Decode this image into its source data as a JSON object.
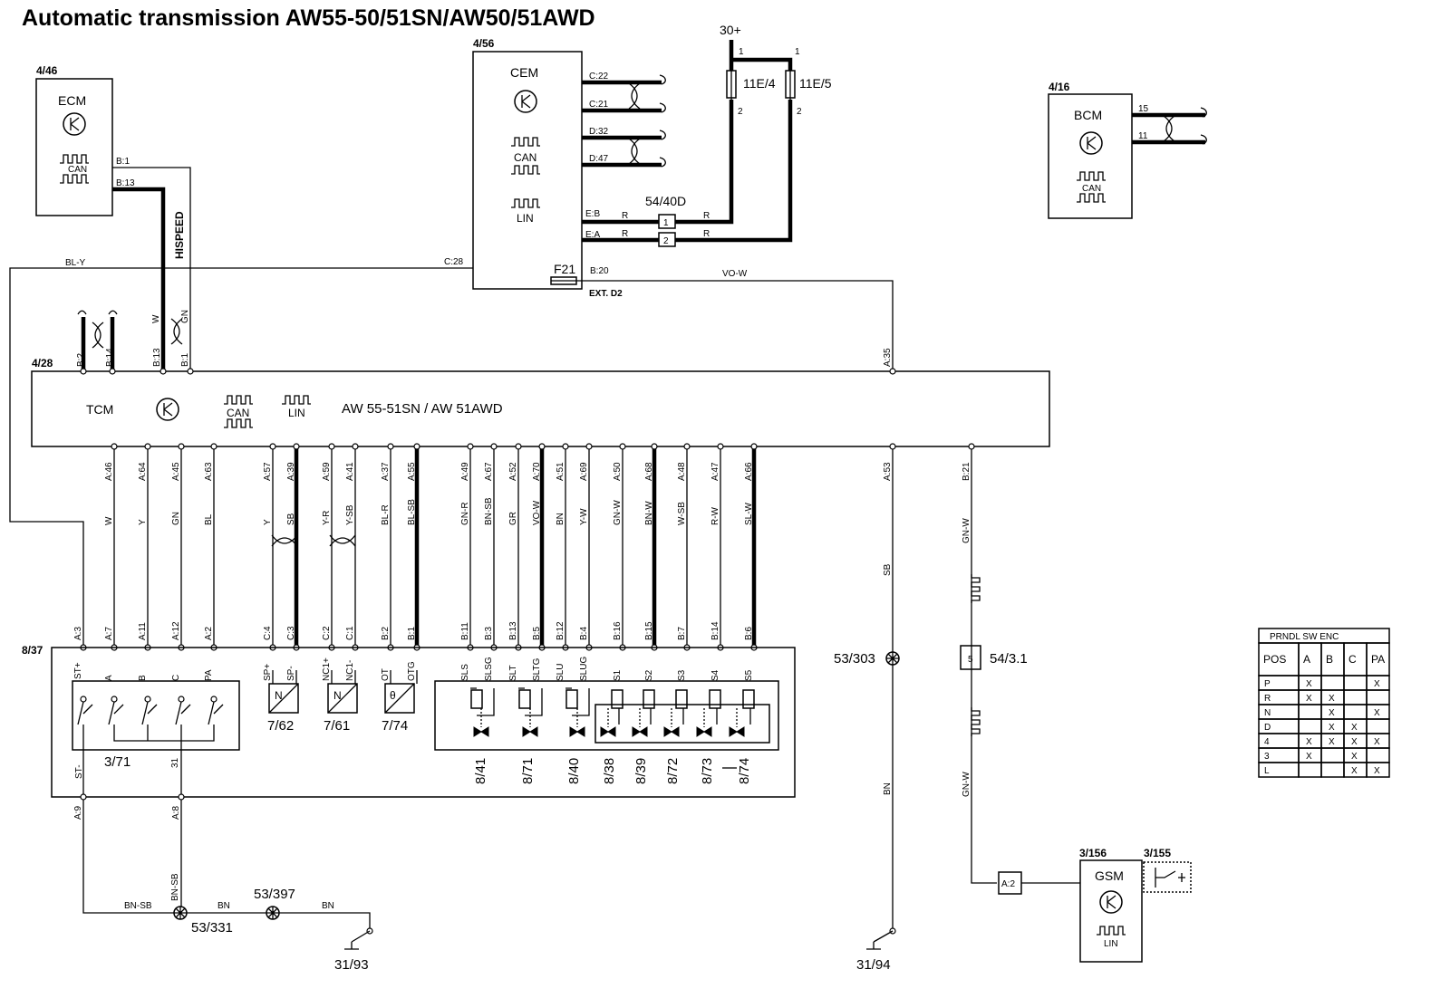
{
  "title": "Automatic transmission AW55-50/51SN/AW50/51AWD",
  "supply": "30+",
  "modules": {
    "ecm": {
      "ref": "4/46",
      "name": "ECM",
      "can": "CAN",
      "pins": [
        "B:1",
        "B:13"
      ]
    },
    "cem": {
      "ref": "4/56",
      "name": "CEM",
      "can": "CAN",
      "lin": "LIN",
      "pins": [
        "C:22",
        "C:21",
        "D:32",
        "D:47",
        "E:B",
        "E:A",
        "C:28",
        "B:20"
      ],
      "fuse": "F21",
      "ext": "EXT. D2"
    },
    "bcm": {
      "ref": "4/16",
      "name": "BCM",
      "can": "CAN",
      "pins": [
        "15",
        "11"
      ]
    },
    "tcm": {
      "ref": "4/28",
      "name": "TCM",
      "can": "CAN",
      "lin": "LIN",
      "variant": "AW 55-51SN / AW 51AWD",
      "top_pins": [
        "B:2",
        "B:14",
        "B:13",
        "B:1",
        "A:35"
      ],
      "bottom_pins": [
        "A:46",
        "A:64",
        "A:45",
        "A:63",
        "A:57",
        "A:39",
        "A:59",
        "A:41",
        "A:37",
        "A:55",
        "A:49",
        "A:67",
        "A:52",
        "A:70",
        "A:51",
        "A:69",
        "A:50",
        "A:68",
        "A:48",
        "A:47",
        "A:66",
        "A:53",
        "B:21"
      ]
    },
    "gsm": {
      "ref": "3/156",
      "name": "GSM",
      "lin": "LIN",
      "pin": "A:2"
    },
    "sw": {
      "ref": "3/155"
    }
  },
  "fuses": [
    "11E/4",
    "11E/5"
  ],
  "fuse_pins": [
    "1",
    "2",
    "1",
    "2"
  ],
  "connector_54_40d": {
    "ref": "54/40D",
    "pins": [
      "1",
      "2"
    ]
  },
  "wire_colors": {
    "r": "R",
    "hispeed": "HISPEED",
    "w": "W",
    "gn": "GN",
    "bly": "BL-Y",
    "vow": "VO-W",
    "bottom": [
      "W",
      "Y",
      "GN",
      "BL",
      "Y",
      "SB",
      "Y-R",
      "Y-SB",
      "BL-R",
      "BL-SB",
      "GN-R",
      "BN-SB",
      "GR",
      "VO-W",
      "BN",
      "Y-W",
      "GN-W",
      "BN-W",
      "W-SB",
      "R-W",
      "SL-W"
    ],
    "sb": "SB",
    "bn": "BN",
    "gnw": "GN-W",
    "bnsb": "BN-SB"
  },
  "unit_8_37": {
    "ref": "8/37",
    "top_pins": [
      "A:3",
      "A:7",
      "A:11",
      "A:12",
      "A:2",
      "C:4",
      "C:3",
      "C:2",
      "C:1",
      "B:2",
      "B:1",
      "B:11",
      "B:3",
      "B:13",
      "B:5",
      "B:12",
      "B:4",
      "B:16",
      "B:15",
      "B:7",
      "B:14",
      "B:6"
    ],
    "inner_labels": [
      "ST+",
      "A",
      "B",
      "C",
      "PA",
      "SP+",
      "SP-",
      "NC1+",
      "NC1-",
      "OT",
      "OTG",
      "SLS",
      "SLSG",
      "SLT",
      "SLTG",
      "SLU",
      "SLUG",
      "S1",
      "S2",
      "S3",
      "S4",
      "S5"
    ],
    "bottom_labels": [
      "ST-",
      "31"
    ],
    "bottom_pins": [
      "A:9",
      "A:8"
    ],
    "switch_ref": "3/71",
    "sensors": [
      "7/62",
      "7/61",
      "7/74"
    ],
    "sensor_symbols": [
      "N",
      "N",
      "θ"
    ],
    "solenoids": [
      "8/41",
      "8/71",
      "8/40",
      "8/38",
      "8/39",
      "8/72",
      "8/73",
      "8/74"
    ]
  },
  "splices": [
    "53/303",
    "53/331",
    "53/397"
  ],
  "connector_54_3_1": {
    "ref": "54/3.1",
    "pin": "5"
  },
  "grounds": [
    "31/93",
    "31/94"
  ],
  "prndl_table": {
    "title": "PRNDL SW ENC",
    "headers": [
      "POS",
      "A",
      "B",
      "C",
      "PA"
    ],
    "rows": [
      [
        "P",
        "X",
        "",
        "",
        "X"
      ],
      [
        "R",
        "X",
        "X",
        "",
        ""
      ],
      [
        "N",
        "",
        "X",
        "",
        "X"
      ],
      [
        "D",
        "",
        "X",
        "X",
        ""
      ],
      [
        "4",
        "X",
        "X",
        "X",
        "X"
      ],
      [
        "3",
        "X",
        "",
        "X",
        ""
      ],
      [
        "L",
        "",
        "",
        "X",
        "X"
      ]
    ]
  }
}
